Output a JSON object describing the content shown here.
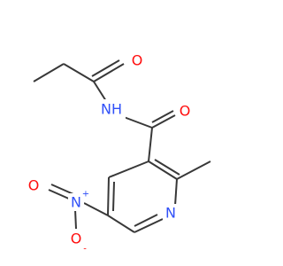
{
  "molecule": {
    "atoms": {
      "o_amide": "O",
      "nh": "NH",
      "o_carbonyl": "O",
      "n_pyridine": "N",
      "n_nitro": "N",
      "n_nitro_charge": "+",
      "o_nitro_left": "O",
      "o_nitro_bottom": "O",
      "o_nitro_bottom_charge": "-"
    },
    "colors": {
      "carbon": "#383838",
      "oxygen": "#ff0d0d",
      "nitrogen": "#3050f8"
    }
  }
}
